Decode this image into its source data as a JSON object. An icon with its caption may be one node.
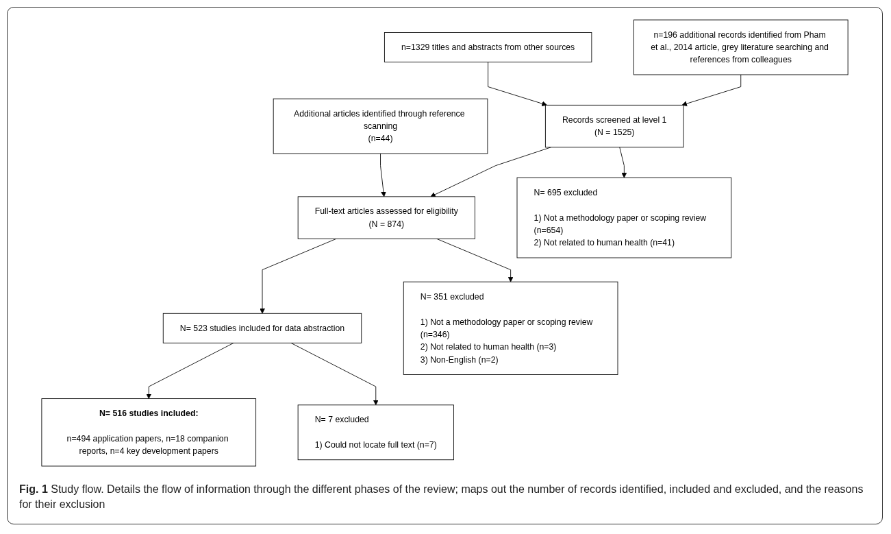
{
  "diagram": {
    "caption": "**Fig. 1** Study flow. Details the flow of information through the different phases of the review; maps out the number of records identified, included and excluded, and the reasons for their exclusion",
    "nodes": [
      {
        "text": [
          "n=1329 titles and abstracts from other sources"
        ]
      },
      {
        "text": [
          "n=196 additional records identified from Pham et al., 2014 article, grey literature searching and references from colleagues"
        ]
      },
      {
        "text": [
          "Records screened at level 1",
          "(N = 1525)"
        ]
      },
      {
        "text": [
          "N= 695 excluded",
          "1) Not a methodology paper or scoping review (n=654)",
          "2) Not related to human health (n=41)"
        ]
      },
      {
        "text": [
          "Additional articles identified through reference scanning",
          "(n=44)"
        ]
      },
      {
        "text": [
          "Full-text articles assessed for eligibility",
          "(N = 874)"
        ]
      },
      {
        "text": [
          "N= 351 excluded",
          "1) Not a methodology paper or scoping review (n=346)",
          "2) Not related to human health (n=3)",
          "3) Non-English (n=2)"
        ]
      },
      {
        "text": [
          "N= 523 studies included for data abstraction"
        ]
      },
      {
        "text": [
          "N= 7 excluded",
          "1) Could not locate full text (n=7)"
        ]
      },
      {
        "text": [
          "N= 516 studies included:",
          "n=494 application papers, n=18 companion reports, n=4 key development papers"
        ]
      }
    ],
    "edges": [
      {
        "from": 0,
        "to": 2,
        "arrow": "to"
      },
      {
        "from": 1,
        "to": 2,
        "arrow": "to"
      },
      {
        "from": 2,
        "to": 5,
        "arrow": "to"
      },
      {
        "from": 2,
        "to": 3,
        "arrow": "to"
      },
      {
        "from": 4,
        "to": 5,
        "arrow": "to"
      },
      {
        "from": 5,
        "to": 7,
        "arrow": "to"
      },
      {
        "from": 5,
        "to": 6,
        "arrow": "to"
      },
      {
        "from": 7,
        "to": 9,
        "arrow": "to"
      },
      {
        "from": 7,
        "to": 8,
        "arrow": "to"
      }
    ]
  }
}
